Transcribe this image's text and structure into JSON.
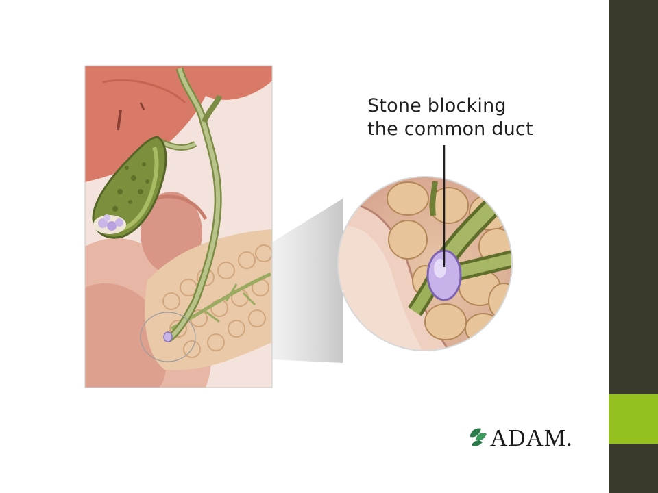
{
  "figure": {
    "callout": {
      "line1": "Stone blocking",
      "line2": "the common duct"
    },
    "logo": {
      "text": "ADAM.",
      "icon": "leaf-icon"
    }
  },
  "colors": {
    "sidebar": "#3b382c",
    "accent": "#93c01f",
    "liver": "#d97a68",
    "gallbladder": "#8fa24e",
    "duct": "#b9c48a",
    "stone": "#c9b6e8",
    "pancreas": "#e9c9a8"
  }
}
